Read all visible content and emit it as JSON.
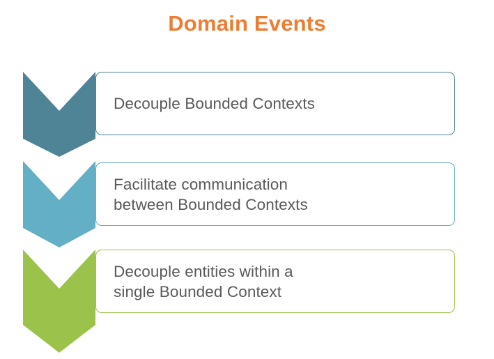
{
  "title": "Domain Events",
  "colors": {
    "title": "#ED7D31",
    "text": "#595959",
    "background": "#FFFFFF",
    "row1": "#4E8496",
    "row2": "#62AFC6",
    "row3": "#9BC34C"
  },
  "rows": [
    {
      "id": "row-1",
      "color": "#4E8496",
      "icon": "down-chevron-icon",
      "lines": [
        "Decouple Bounded Contexts"
      ],
      "text": "Decouple Bounded Contexts"
    },
    {
      "id": "row-2",
      "color": "#62AFC6",
      "icon": "down-chevron-icon",
      "lines": [
        "Facilitate communication",
        "between Bounded Contexts"
      ],
      "text": "Facilitate communication between Bounded Contexts"
    },
    {
      "id": "row-3",
      "color": "#9BC34C",
      "icon": "down-chevron-icon",
      "lines": [
        "Decouple entities within a",
        "single Bounded Context"
      ],
      "text": "Decouple entities within a single Bounded Context"
    }
  ]
}
